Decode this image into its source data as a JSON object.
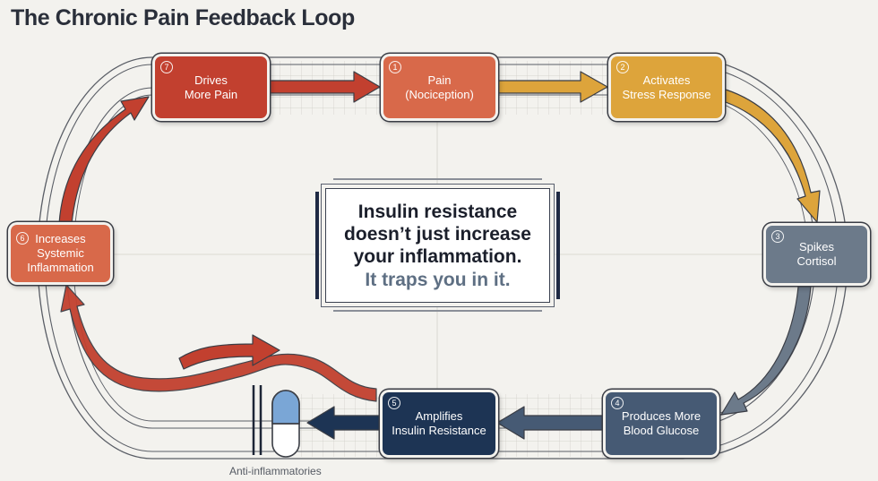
{
  "title": "The Chronic Pain Feedback Loop",
  "nodes": [
    {
      "id": "pain",
      "number": "1",
      "label": "Pain\n(Nociception)",
      "color": "#d8694a"
    },
    {
      "id": "stress",
      "number": "2",
      "label": "Activates\nStress Response",
      "color": "#dda43b"
    },
    {
      "id": "cortisol",
      "number": "3",
      "label": "Spikes\nCortisol",
      "color": "#6c7a8a"
    },
    {
      "id": "glucose",
      "number": "4",
      "label": "Produces More\nBlood Glucose",
      "color": "#465a74"
    },
    {
      "id": "insulin",
      "number": "5",
      "label": "Amplifies\nInsulin Resistance",
      "color": "#1d3454"
    },
    {
      "id": "inflammation",
      "number": "6",
      "label": "Increases\nSystemic\nInflammation",
      "color": "#d8694a"
    },
    {
      "id": "more-pain",
      "number": "7",
      "label": "Drives\nMore Pain",
      "color": "#c2402f"
    }
  ],
  "center": {
    "main": "Insulin resistance\ndoesn’t just increase\nyour inflammation.",
    "sub": "It traps you in it."
  },
  "intervention": {
    "label": "Anti-inflammatories"
  },
  "colors": {
    "red": "#c2402f",
    "orange": "#d8694a",
    "amber": "#dda43b",
    "slate": "#6c7a8a",
    "steel": "#465a74",
    "navy": "#1d3454",
    "pill_blue": "#7aa6d6"
  }
}
